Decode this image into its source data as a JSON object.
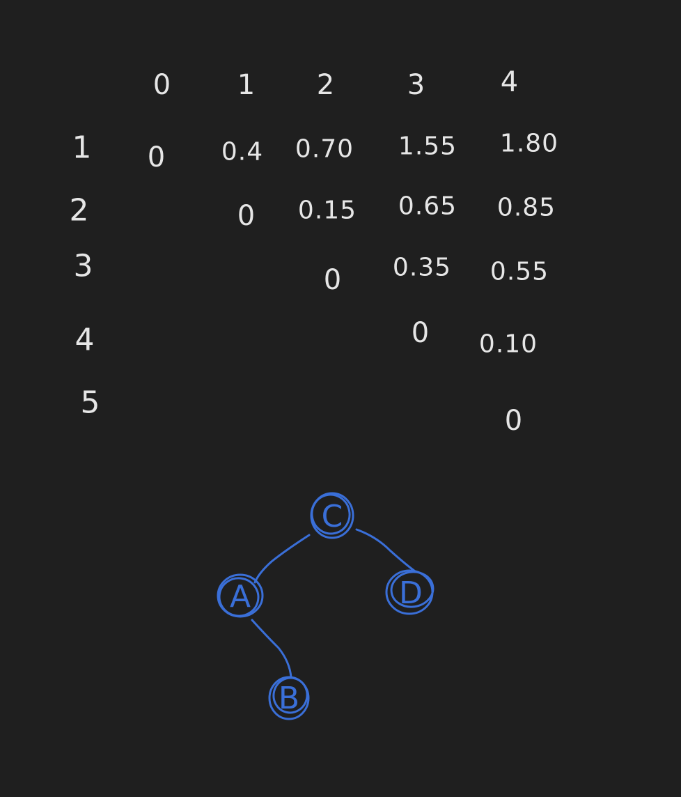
{
  "colors": {
    "background": "#1f1f1f",
    "ink": "#e6e6e6",
    "tree": "#3a6fd8"
  },
  "table": {
    "columns": [
      "0",
      "1",
      "2",
      "3",
      "4"
    ],
    "rows": [
      {
        "label": "1",
        "cells": [
          "0",
          "0.4",
          "0.70",
          "1.55",
          "1.80"
        ]
      },
      {
        "label": "2",
        "cells": [
          "0",
          "0.15",
          "0.65",
          "0.85"
        ]
      },
      {
        "label": "3",
        "cells": [
          "0",
          "0.35",
          "0.55"
        ]
      },
      {
        "label": "4",
        "cells": [
          "0",
          "0.10"
        ]
      },
      {
        "label": "5",
        "cells": [
          "0"
        ]
      }
    ]
  },
  "tree": {
    "nodes": [
      {
        "id": "C",
        "label": "C"
      },
      {
        "id": "A",
        "label": "A"
      },
      {
        "id": "D",
        "label": "D"
      },
      {
        "id": "B",
        "label": "B"
      }
    ],
    "edges": [
      {
        "from": "C",
        "to": "A"
      },
      {
        "from": "C",
        "to": "D"
      },
      {
        "from": "A",
        "to": "B"
      }
    ]
  }
}
